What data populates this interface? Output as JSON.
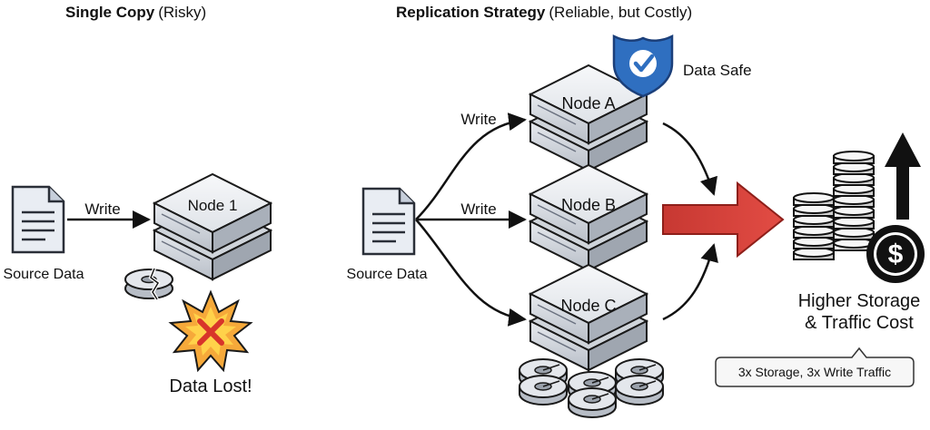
{
  "left_panel": {
    "title_bold": "Single Copy",
    "title_note": "(Risky)",
    "source_label": "Source Data",
    "write_label": "Write",
    "node_label": "Node 1",
    "lost_label": "Data Lost!"
  },
  "right_panel": {
    "title_bold": "Replication Strategy",
    "title_note": "(Reliable, but Costly)",
    "source_label": "Source Data",
    "write_labels": [
      "Write",
      "Write"
    ],
    "nodes": [
      "Node A",
      "Node B",
      "Node C"
    ],
    "safe_label": "Data Safe",
    "cost_line1": "Higher Storage",
    "cost_line2": "& Traffic Cost",
    "cost_note": "3x Storage, 3x Write Traffic"
  },
  "colors": {
    "arrow_red": "#d9423b",
    "shield_blue": "#2f6fc0",
    "burst_orange": "#f6a93a",
    "burst_yellow": "#ffd24a",
    "x_red": "#d8342a"
  },
  "icons": [
    "document-icon",
    "server-icon",
    "broken-disk-icon",
    "burst-icon",
    "shield-check-icon",
    "disk-stack-icon",
    "coin-stack-icon",
    "dollar-coin-icon",
    "up-arrow-icon"
  ]
}
